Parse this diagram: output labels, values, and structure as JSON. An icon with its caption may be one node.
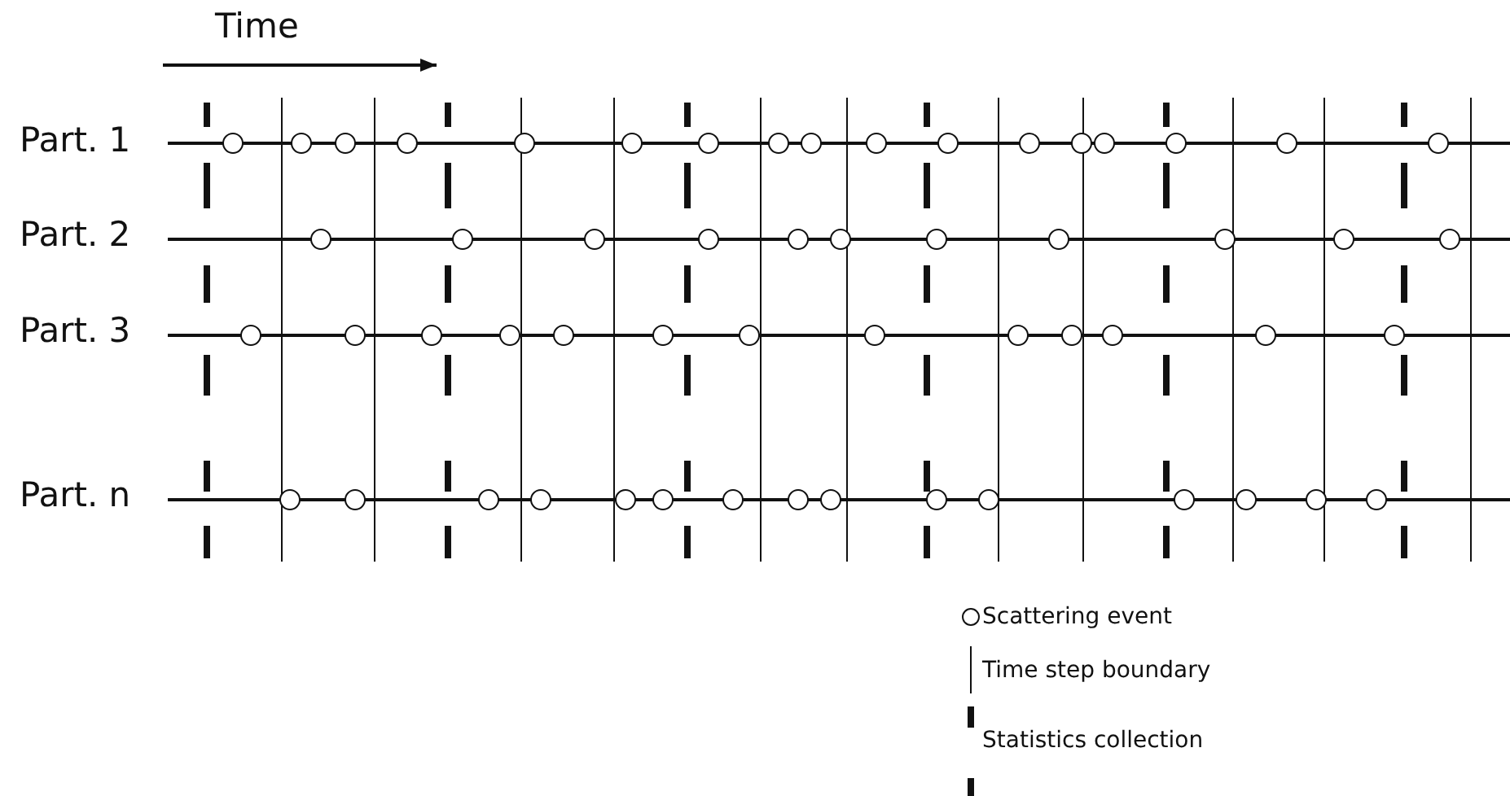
{
  "diagram": {
    "labels": [
      "Time",
      "Part. 1",
      "Part. 2",
      "Part. 3",
      "Part. n"
    ],
    "legend": [
      {
        "text": "Scattering event"
      },
      {
        "text": "Time step boundary"
      },
      {
        "text": "Statistics collection"
      }
    ]
  }
}
